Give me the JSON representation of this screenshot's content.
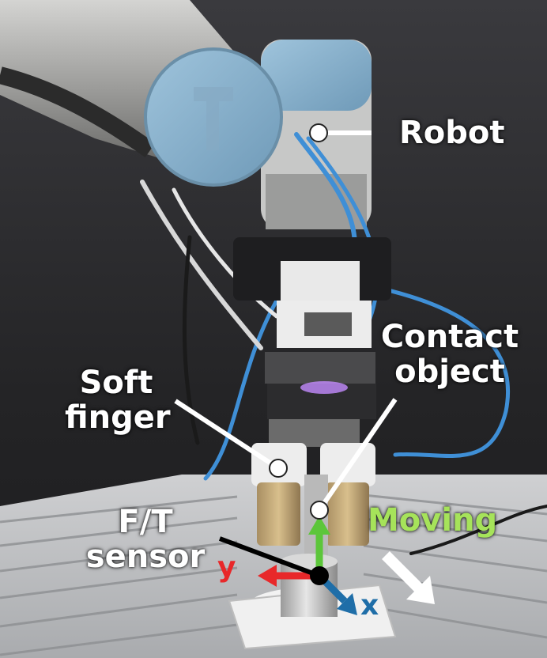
{
  "labels": {
    "robot": "Robot",
    "contact_object": [
      "Contact",
      "object"
    ],
    "soft_finger": [
      "Soft",
      "finger"
    ],
    "ft_sensor": [
      "F/T",
      "sensor"
    ],
    "moving": "Moving",
    "axis_y": "y",
    "axis_x": "x"
  },
  "colors": {
    "moving_text": "#a6e35a",
    "axis_y": "#e8282a",
    "axis_x": "#1f6ea8",
    "axis_z": "#5cc63a",
    "annotation": "#ffffff",
    "sensor_leader": "#000000"
  }
}
